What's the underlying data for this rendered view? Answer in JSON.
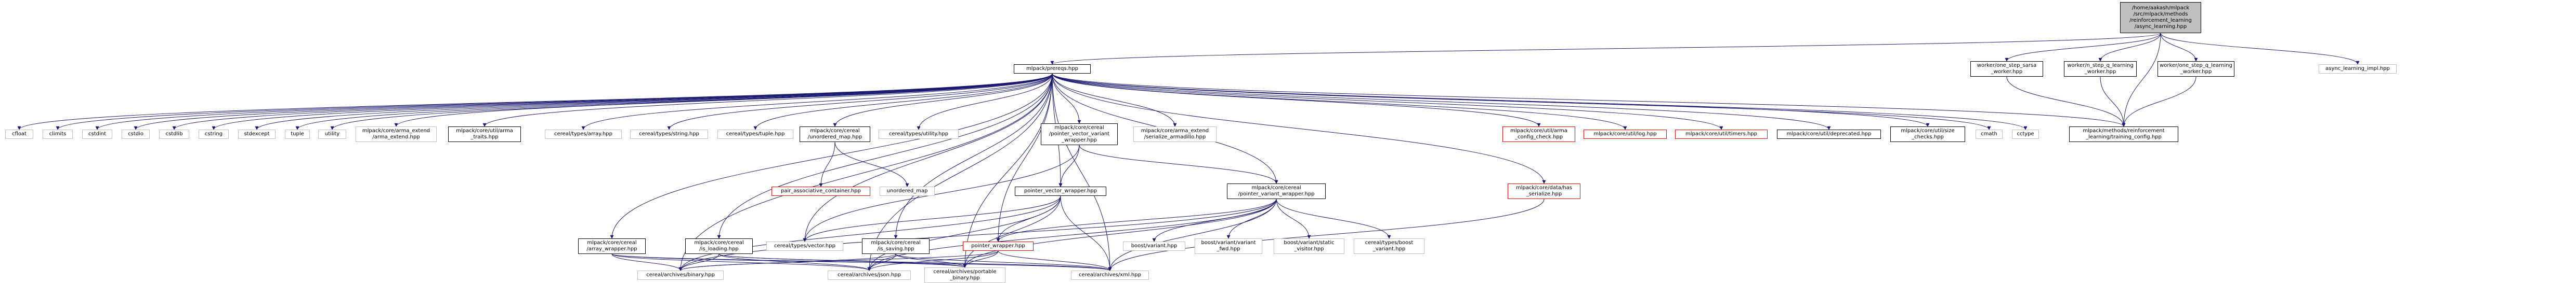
{
  "graph": {
    "colors": {
      "edge": "#191970",
      "documented_border": "#000000",
      "undocumented_border": "#bfbfbf",
      "missing_border": "#ff0000",
      "root_fill": "#bfbfbf"
    },
    "nodes": [
      {
        "id": "root",
        "label": "/home/aakash/mlpack\n/src/mlpack/methods\n/reinforcement_learning\n/async_learning.hpp",
        "kind": "root"
      },
      {
        "id": "prereqs",
        "label": "mlpack/prereqs.hpp",
        "kind": "doc"
      },
      {
        "id": "sarsa",
        "label": "worker/one_step_sarsa\n_worker.hpp",
        "kind": "doc"
      },
      {
        "id": "nstep",
        "label": "worker/n_step_q_learning\n_worker.hpp",
        "kind": "doc"
      },
      {
        "id": "onestepq",
        "label": "worker/one_step_q_learning\n_worker.hpp",
        "kind": "doc"
      },
      {
        "id": "asyncimpl",
        "label": "async_learning_impl.hpp",
        "kind": "plain"
      },
      {
        "id": "cfloat",
        "label": "cfloat",
        "kind": "plain"
      },
      {
        "id": "climits",
        "label": "climits",
        "kind": "plain"
      },
      {
        "id": "cstdint",
        "label": "cstdint",
        "kind": "plain"
      },
      {
        "id": "cstdio",
        "label": "cstdio",
        "kind": "plain"
      },
      {
        "id": "cstdlib",
        "label": "cstdlib",
        "kind": "plain"
      },
      {
        "id": "cstring",
        "label": "cstring",
        "kind": "plain"
      },
      {
        "id": "stdexcept",
        "label": "stdexcept",
        "kind": "plain"
      },
      {
        "id": "tuple",
        "label": "tuple",
        "kind": "plain"
      },
      {
        "id": "utility",
        "label": "utility",
        "kind": "plain"
      },
      {
        "id": "armaextend",
        "label": "mlpack/core/arma_extend\n/arma_extend.hpp",
        "kind": "plain"
      },
      {
        "id": "armatraits",
        "label": "mlpack/core/util/arma\n_traits.hpp",
        "kind": "doc"
      },
      {
        "id": "ctarray",
        "label": "cereal/types/array.hpp",
        "kind": "plain"
      },
      {
        "id": "ctstring",
        "label": "cereal/types/string.hpp",
        "kind": "plain"
      },
      {
        "id": "cttuple",
        "label": "cereal/types/tuple.hpp",
        "kind": "plain"
      },
      {
        "id": "umap",
        "label": "mlpack/core/cereal\n/unordered_map.hpp",
        "kind": "doc"
      },
      {
        "id": "ctutility",
        "label": "cereal/types/utility.hpp",
        "kind": "plain"
      },
      {
        "id": "pvwrap",
        "label": "mlpack/core/cereal\n/pointer_vector_variant\n_wrapper.hpp",
        "kind": "doc"
      },
      {
        "id": "armaser",
        "label": "mlpack/core/arma_extend\n/serialize_armadillo.hpp",
        "kind": "plain"
      },
      {
        "id": "confcheck",
        "label": "mlpack/core/util/arma\n_config_check.hpp",
        "kind": "missing"
      },
      {
        "id": "log",
        "label": "mlpack/core/util/log.hpp",
        "kind": "missing"
      },
      {
        "id": "timers",
        "label": "mlpack/core/util/timers.hpp",
        "kind": "missing"
      },
      {
        "id": "deprecated",
        "label": "mlpack/core/util/deprecated.hpp",
        "kind": "doc"
      },
      {
        "id": "sizechecks",
        "label": "mlpack/core/util/size\n_checks.hpp",
        "kind": "doc"
      },
      {
        "id": "cmath",
        "label": "cmath",
        "kind": "plain"
      },
      {
        "id": "cctype",
        "label": "cctype",
        "kind": "plain"
      },
      {
        "id": "trainingcfg",
        "label": "mlpack/methods/reinforcement\n_learning/training_config.hpp",
        "kind": "doc"
      },
      {
        "id": "pairassoc",
        "label": "pair_associative_container.hpp",
        "kind": "missing"
      },
      {
        "id": "unorderedmap",
        "label": "unordered_map",
        "kind": "plain"
      },
      {
        "id": "pvecwrap",
        "label": "pointer_vector_wrapper.hpp",
        "kind": "doc"
      },
      {
        "id": "pvarwrap",
        "label": "mlpack/core/cereal\n/pointer_variant_wrapper.hpp",
        "kind": "doc"
      },
      {
        "id": "hasser",
        "label": "mlpack/core/data/has\n_serialize.hpp",
        "kind": "missing"
      },
      {
        "id": "arraywrap",
        "label": "mlpack/core/cereal\n/array_wrapper.hpp",
        "kind": "doc"
      },
      {
        "id": "isloading",
        "label": "mlpack/core/cereal\n/is_loading.hpp",
        "kind": "doc"
      },
      {
        "id": "ctvector",
        "label": "cereal/types/vector.hpp",
        "kind": "plain"
      },
      {
        "id": "issaving",
        "label": "mlpack/core/cereal\n/is_saving.hpp",
        "kind": "doc"
      },
      {
        "id": "pwrapper",
        "label": "pointer_wrapper.hpp",
        "kind": "missing"
      },
      {
        "id": "bvariant",
        "label": "boost/variant.hpp",
        "kind": "plain"
      },
      {
        "id": "bvarvar",
        "label": "boost/variant/variant\n_fwd.hpp",
        "kind": "plain"
      },
      {
        "id": "bvarstatic",
        "label": "boost/variant/static\n_visitor.hpp",
        "kind": "plain"
      },
      {
        "id": "ctboostvar",
        "label": "cereal/types/boost\n_variant.hpp",
        "kind": "plain"
      },
      {
        "id": "binary",
        "label": "cereal/archives/binary.hpp",
        "kind": "plain"
      },
      {
        "id": "json",
        "label": "cereal/archives/json.hpp",
        "kind": "plain"
      },
      {
        "id": "portable",
        "label": "cereal/archives/portable\n_binary.hpp",
        "kind": "plain"
      },
      {
        "id": "xml",
        "label": "cereal/archives/xml.hpp",
        "kind": "plain"
      }
    ],
    "edges": [
      [
        "root",
        "prereqs"
      ],
      [
        "root",
        "sarsa"
      ],
      [
        "root",
        "nstep"
      ],
      [
        "root",
        "onestepq"
      ],
      [
        "root",
        "asyncimpl"
      ],
      [
        "root",
        "trainingcfg"
      ],
      [
        "sarsa",
        "trainingcfg"
      ],
      [
        "nstep",
        "trainingcfg"
      ],
      [
        "onestepq",
        "trainingcfg"
      ],
      [
        "prereqs",
        "cfloat"
      ],
      [
        "prereqs",
        "climits"
      ],
      [
        "prereqs",
        "cstdint"
      ],
      [
        "prereqs",
        "cstdio"
      ],
      [
        "prereqs",
        "cstdlib"
      ],
      [
        "prereqs",
        "cstring"
      ],
      [
        "prereqs",
        "stdexcept"
      ],
      [
        "prereqs",
        "tuple"
      ],
      [
        "prereqs",
        "utility"
      ],
      [
        "prereqs",
        "armaextend"
      ],
      [
        "prereqs",
        "armatraits"
      ],
      [
        "prereqs",
        "ctarray"
      ],
      [
        "prereqs",
        "ctstring"
      ],
      [
        "prereqs",
        "cttuple"
      ],
      [
        "prereqs",
        "umap"
      ],
      [
        "prereqs",
        "ctutility"
      ],
      [
        "prereqs",
        "pvwrap"
      ],
      [
        "prereqs",
        "armaser"
      ],
      [
        "prereqs",
        "confcheck"
      ],
      [
        "prereqs",
        "log"
      ],
      [
        "prereqs",
        "timers"
      ],
      [
        "prereqs",
        "deprecated"
      ],
      [
        "prereqs",
        "sizechecks"
      ],
      [
        "prereqs",
        "cmath"
      ],
      [
        "prereqs",
        "cctype"
      ],
      [
        "prereqs",
        "trainingcfg"
      ],
      [
        "prereqs",
        "hasser"
      ],
      [
        "prereqs",
        "arraywrap"
      ],
      [
        "prereqs",
        "isloading"
      ],
      [
        "prereqs",
        "issaving"
      ],
      [
        "prereqs",
        "pvecwrap"
      ],
      [
        "prereqs",
        "pvarwrap"
      ],
      [
        "prereqs",
        "pwrapper"
      ],
      [
        "prereqs",
        "ctvector"
      ],
      [
        "prereqs",
        "binary"
      ],
      [
        "prereqs",
        "json"
      ],
      [
        "prereqs",
        "portable"
      ],
      [
        "prereqs",
        "xml"
      ],
      [
        "umap",
        "pairassoc"
      ],
      [
        "umap",
        "unorderedmap"
      ],
      [
        "pvwrap",
        "pvecwrap"
      ],
      [
        "pvwrap",
        "pvarwrap"
      ],
      [
        "pvwrap",
        "ctvector"
      ],
      [
        "pvecwrap",
        "ctvector"
      ],
      [
        "pvecwrap",
        "pwrapper"
      ],
      [
        "pvecwrap",
        "binary"
      ],
      [
        "pvecwrap",
        "json"
      ],
      [
        "pvecwrap",
        "portable"
      ],
      [
        "pvecwrap",
        "xml"
      ],
      [
        "pvarwrap",
        "bvariant"
      ],
      [
        "pvarwrap",
        "bvarvar"
      ],
      [
        "pvarwrap",
        "bvarstatic"
      ],
      [
        "pvarwrap",
        "ctboostvar"
      ],
      [
        "pvarwrap",
        "pwrapper"
      ],
      [
        "pvarwrap",
        "binary"
      ],
      [
        "pvarwrap",
        "json"
      ],
      [
        "pvarwrap",
        "portable"
      ],
      [
        "pvarwrap",
        "xml"
      ],
      [
        "hasser",
        "xml"
      ],
      [
        "arraywrap",
        "binary"
      ],
      [
        "arraywrap",
        "json"
      ],
      [
        "arraywrap",
        "portable"
      ],
      [
        "arraywrap",
        "xml"
      ],
      [
        "isloading",
        "binary"
      ],
      [
        "isloading",
        "json"
      ],
      [
        "isloading",
        "portable"
      ],
      [
        "isloading",
        "xml"
      ],
      [
        "issaving",
        "binary"
      ],
      [
        "issaving",
        "json"
      ],
      [
        "issaving",
        "portable"
      ],
      [
        "issaving",
        "xml"
      ],
      [
        "pwrapper",
        "binary"
      ],
      [
        "pwrapper",
        "json"
      ],
      [
        "pwrapper",
        "portable"
      ],
      [
        "pwrapper",
        "xml"
      ]
    ]
  }
}
